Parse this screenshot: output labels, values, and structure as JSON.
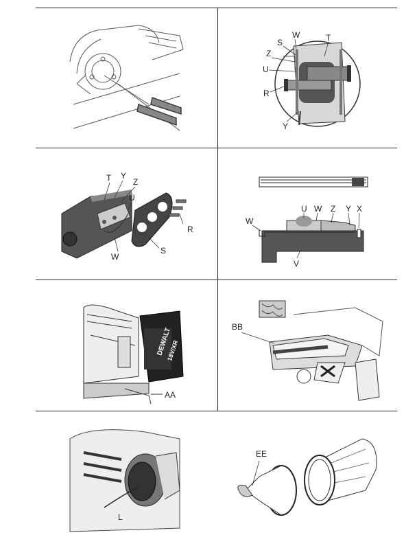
{
  "panels": [
    {
      "id": "p1",
      "labels": []
    },
    {
      "id": "p2",
      "labels": [
        "S",
        "W",
        "T",
        "Z",
        "U",
        "R",
        "Y"
      ]
    },
    {
      "id": "p3",
      "labels": [
        "T",
        "Y",
        "Z",
        "U",
        "R",
        "W",
        "S"
      ]
    },
    {
      "id": "p4",
      "labels": [
        "U",
        "W",
        "Z",
        "Y",
        "X",
        "W",
        "V"
      ]
    },
    {
      "id": "p5",
      "labels": [
        "AA"
      ],
      "battery_brand": "DEWALT",
      "battery_voltage": "18V/XR"
    },
    {
      "id": "p6",
      "labels": [
        "BB"
      ]
    },
    {
      "id": "p7",
      "labels": [
        "L"
      ]
    },
    {
      "id": "p8",
      "labels": [
        "EE"
      ]
    }
  ]
}
